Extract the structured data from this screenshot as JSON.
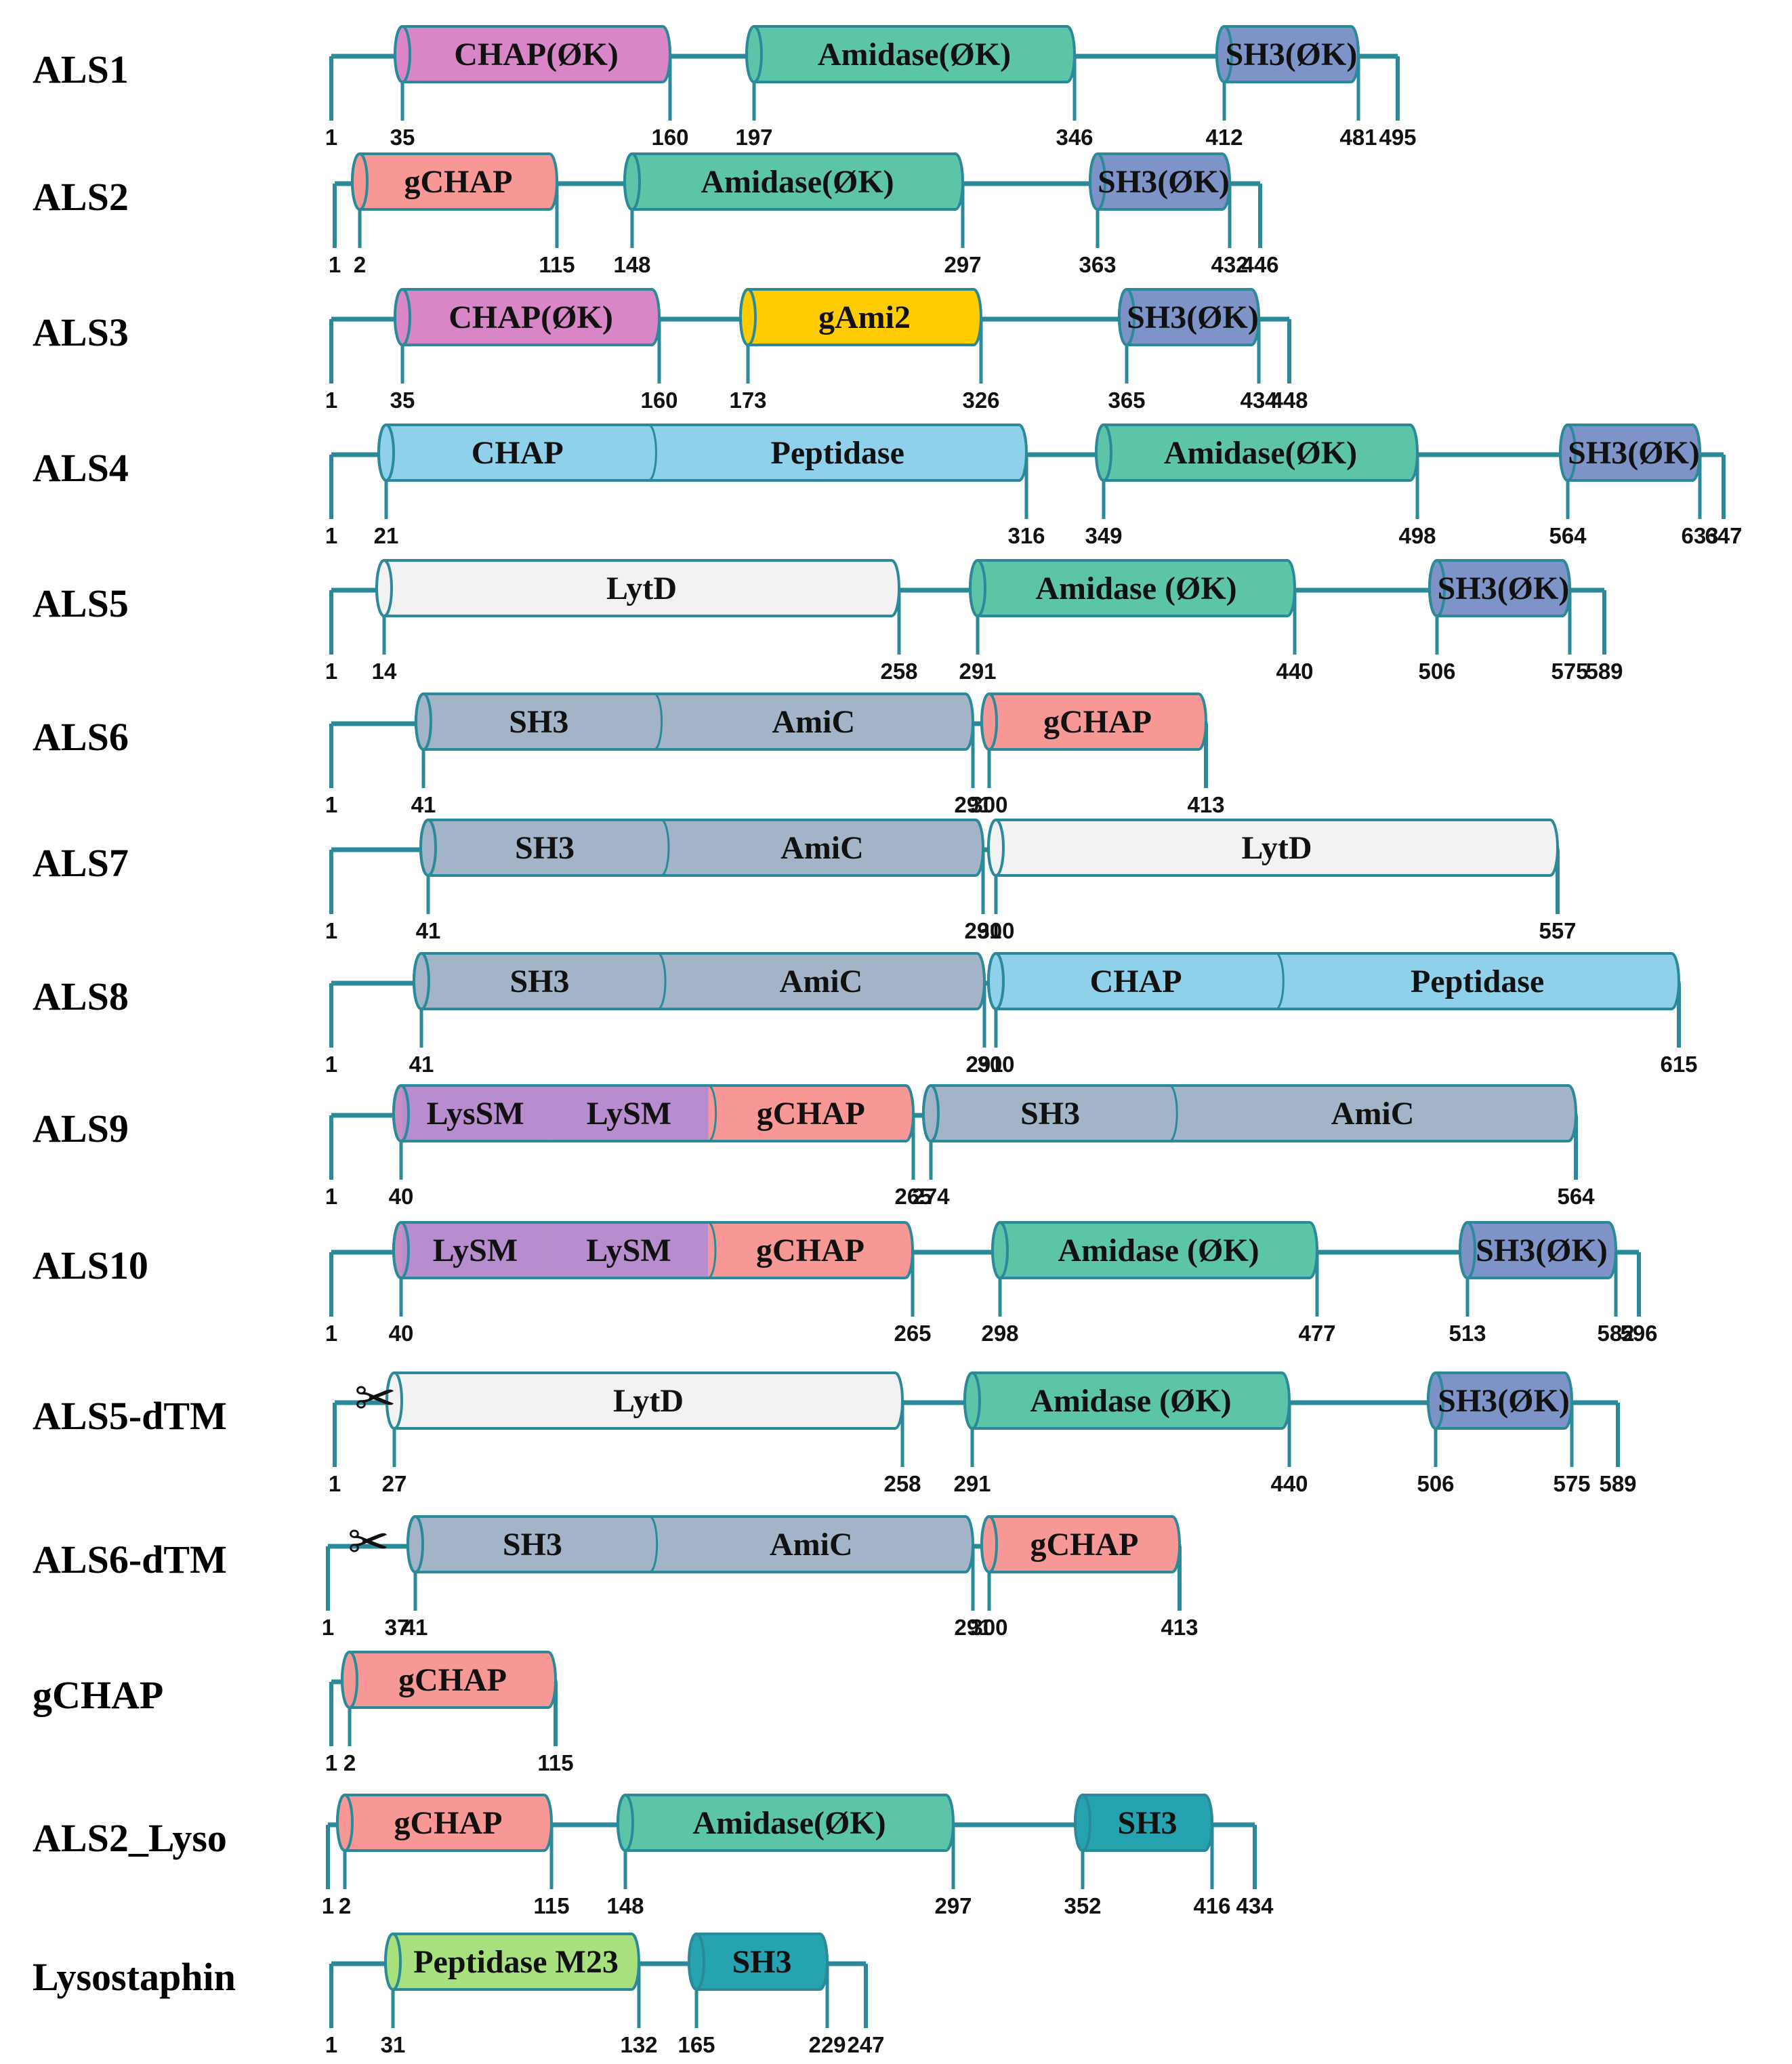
{
  "colors": {
    "line": "#2b8a99",
    "CHAP(ØK)": "#d986c8",
    "Amidase(ØK)": "#5cc4a7",
    "Amidase (ØK)": "#5cc4a7",
    "SH3(ØK)": "#7e93c8",
    "gCHAP": "#f79896",
    "gAmi2": "#ffcc00",
    "CHAP": "#8fd0ea",
    "Peptidase": "#8fd0ea",
    "LytD": "#f2f2f2",
    "SH3": "#a3b4c8",
    "AmiC": "#a3b4c8",
    "LysSM": "#b88dd0",
    "LySM": "#b88dd0",
    "SH3-lyso": "#26a3b0",
    "Peptidase M23": "#a8e07e"
  },
  "icons": {
    "cleavage": "scissors-icon",
    "cleavage_glyph": "✂"
  },
  "rows": [
    {
      "label": "ALS1",
      "domains": [
        {
          "label": "CHAP(ØK)",
          "start": 35,
          "end": 160
        },
        {
          "label": "Amidase(ØK)",
          "start": 197,
          "end": 346
        },
        {
          "label": "SH3(ØK)",
          "start": 412,
          "end": 481
        }
      ],
      "ticks": [
        "1",
        "35",
        "160",
        "197",
        "346",
        "412",
        "481",
        "495"
      ]
    },
    {
      "label": "ALS2",
      "domains": [
        {
          "label": "gCHAP",
          "start": 2,
          "end": 115
        },
        {
          "label": "Amidase(ØK)",
          "start": 148,
          "end": 297
        },
        {
          "label": "SH3(ØK)",
          "start": 363,
          "end": 432
        }
      ],
      "ticks": [
        "1",
        "2",
        "115",
        "148",
        "297",
        "363",
        "432",
        "446"
      ]
    },
    {
      "label": "ALS3",
      "domains": [
        {
          "label": "CHAP(ØK)",
          "start": 35,
          "end": 160
        },
        {
          "label": "gAmi2",
          "start": 173,
          "end": 326
        },
        {
          "label": "SH3(ØK)",
          "start": 365,
          "end": 434
        }
      ],
      "ticks": [
        "1",
        "35",
        "160",
        "173",
        "326",
        "365",
        "434",
        "448"
      ]
    },
    {
      "label": "ALS4",
      "domains": [
        {
          "label": "CHAP",
          "start": 21,
          "end": 316,
          "second_label": "Peptidase"
        },
        {
          "label": "Amidase(ØK)",
          "start": 349,
          "end": 498
        },
        {
          "label": "SH3(ØK)",
          "start": 564,
          "end": 633
        }
      ],
      "ticks": [
        "1",
        "21",
        "316",
        "349",
        "498",
        "564",
        "633",
        "647"
      ]
    },
    {
      "label": "ALS5",
      "domains": [
        {
          "label": "LytD",
          "start": 14,
          "end": 258
        },
        {
          "label": "Amidase (ØK)",
          "start": 291,
          "end": 440
        },
        {
          "label": "SH3(ØK)",
          "start": 506,
          "end": 575
        }
      ],
      "ticks": [
        "1",
        "14",
        "258",
        "291",
        "440",
        "506",
        "575",
        "589"
      ]
    },
    {
      "label": "ALS6",
      "domains": [
        {
          "label": "SH3",
          "start": 41,
          "end": 291,
          "second_label": "AmiC"
        },
        {
          "label": "gCHAP",
          "start": 300,
          "end": 413
        }
      ],
      "ticks": [
        "1",
        "41",
        "291",
        "300",
        "413"
      ]
    },
    {
      "label": "ALS7",
      "domains": [
        {
          "label": "SH3",
          "start": 41,
          "end": 291,
          "second_label": "AmiC"
        },
        {
          "label": "LytD",
          "start": 300,
          "end": 557
        }
      ],
      "ticks": [
        "1",
        "41",
        "291",
        "300",
        "557"
      ]
    },
    {
      "label": "ALS8",
      "domains": [
        {
          "label": "SH3",
          "start": 41,
          "end": 291,
          "second_label": "AmiC"
        },
        {
          "label": "CHAP",
          "start": 300,
          "end": 615,
          "second_label": "Peptidase"
        }
      ],
      "ticks": [
        "1",
        "41",
        "291",
        "300",
        "615"
      ]
    },
    {
      "label": "ALS9",
      "domains": [
        {
          "label": "LysSM",
          "start": 40,
          "end": 265,
          "second_label": "LySM",
          "third_label": "gCHAP"
        },
        {
          "label": "SH3",
          "start": 274,
          "end": 564,
          "second_label": "AmiC"
        }
      ],
      "ticks": [
        "1",
        "40",
        "265",
        "274",
        "564"
      ]
    },
    {
      "label": "ALS10",
      "domains": [
        {
          "label": "LySM",
          "start": 40,
          "end": 265,
          "second_label": "LySM",
          "third_label": "gCHAP"
        },
        {
          "label": "Amidase (ØK)",
          "start": 298,
          "end": 477
        },
        {
          "label": "SH3(ØK)",
          "start": 513,
          "end": 582
        }
      ],
      "ticks": [
        "1",
        "40",
        "265",
        "298",
        "477",
        "513",
        "582",
        "596"
      ]
    },
    {
      "label": "ALS5-dTM",
      "cleaved": true,
      "domains": [
        {
          "label": "LytD",
          "start": 27,
          "end": 258
        },
        {
          "label": "Amidase (ØK)",
          "start": 291,
          "end": 440
        },
        {
          "label": "SH3(ØK)",
          "start": 506,
          "end": 575
        }
      ],
      "ticks": [
        "1",
        "27",
        "258",
        "291",
        "440",
        "506",
        "575",
        "589"
      ]
    },
    {
      "label": "ALS6-dTM",
      "cleaved": true,
      "domains": [
        {
          "label": "SH3",
          "start": 41,
          "end": 291,
          "second_label": "AmiC"
        },
        {
          "label": "gCHAP",
          "start": 300,
          "end": 413
        }
      ],
      "ticks": [
        "1",
        "37",
        "41",
        "291",
        "300",
        "413"
      ]
    },
    {
      "label": "gCHAP",
      "domains": [
        {
          "label": "gCHAP",
          "start": 2,
          "end": 115
        }
      ],
      "ticks": [
        "1",
        "2",
        "115"
      ]
    },
    {
      "label": "ALS2_Lyso",
      "domains": [
        {
          "label": "gCHAP",
          "start": 2,
          "end": 115
        },
        {
          "label": "Amidase(ØK)",
          "start": 148,
          "end": 297
        },
        {
          "label": "SH3",
          "start": 352,
          "end": 416
        }
      ],
      "ticks": [
        "1",
        "2",
        "115",
        "148",
        "297",
        "352",
        "416",
        "434"
      ]
    },
    {
      "label": "Lysostaphin",
      "domains": [
        {
          "label": "Peptidase M23",
          "start": 31,
          "end": 132
        },
        {
          "label": "SH3",
          "start": 165,
          "end": 229
        }
      ],
      "ticks": [
        "1",
        "31",
        "132",
        "165",
        "229",
        "247"
      ]
    }
  ]
}
